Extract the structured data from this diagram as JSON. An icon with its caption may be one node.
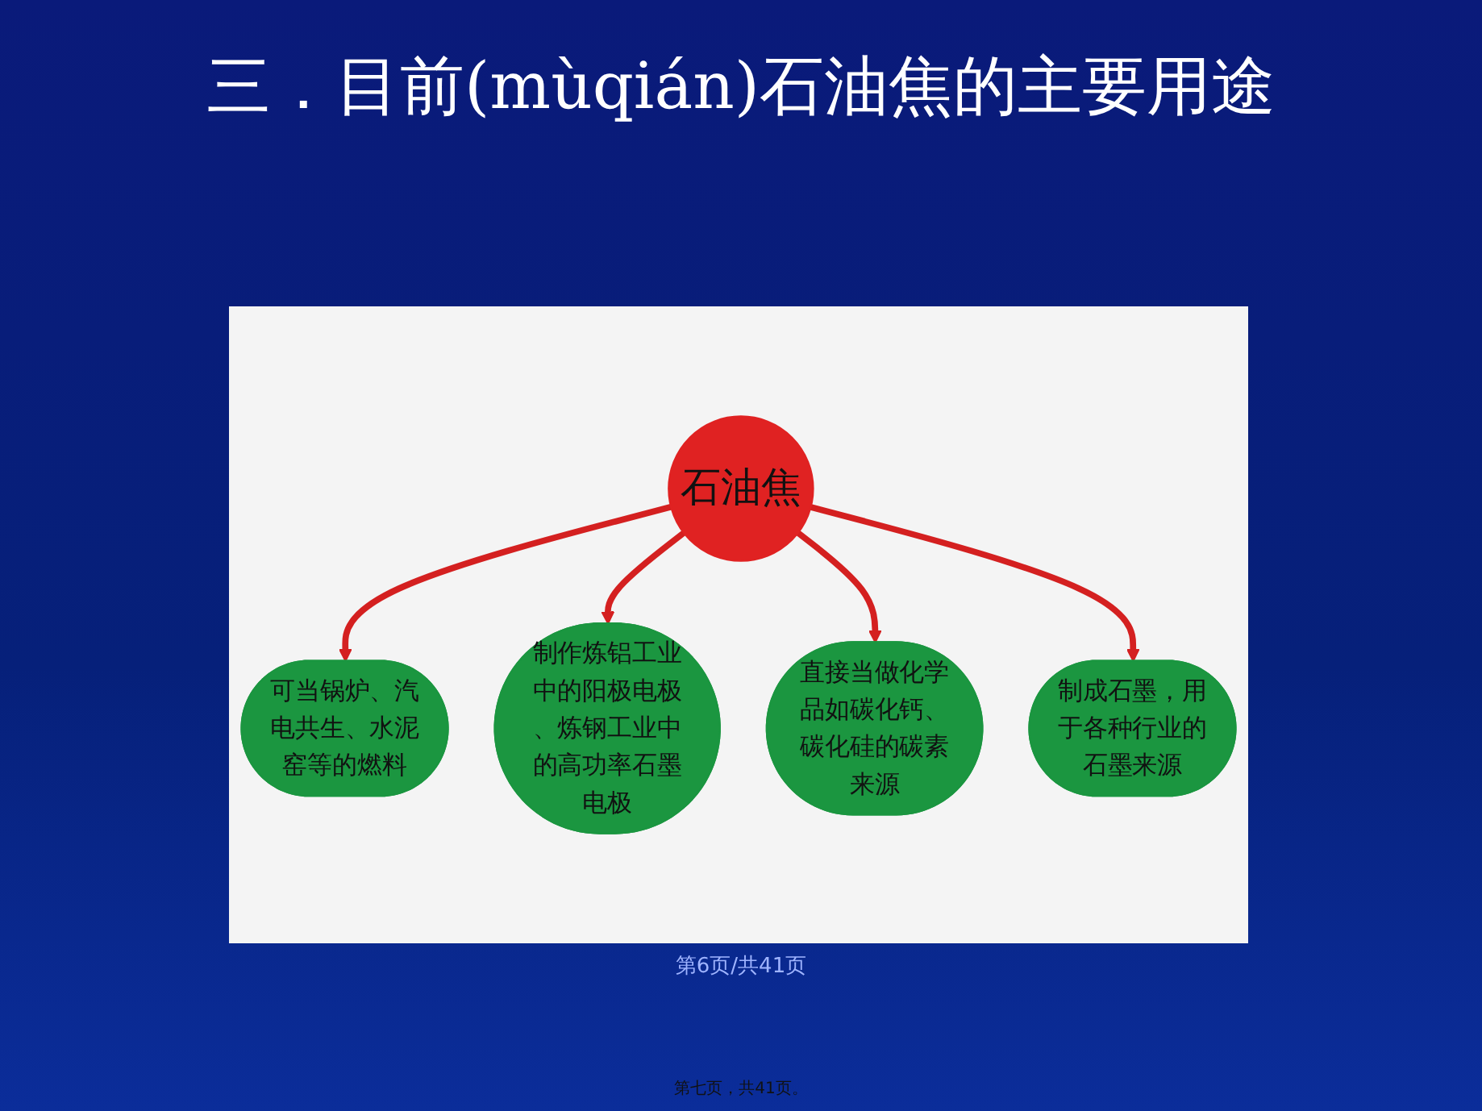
{
  "diagram": {
    "title": "三．目前(mùqián)石油焦的主要用途",
    "nodes": [
      {
        "text": [
          "石油焦"
        ]
      },
      {
        "text": [
          "可当锅炉、汽电共生、水泥窑等的燃料"
        ]
      },
      {
        "text": [
          "制作炼铝工业中的阳极电极、炼钢工业中的高功率石墨电极"
        ]
      },
      {
        "text": [
          "直接当做化学品如碳化钙、碳化硅的碳素来源"
        ]
      },
      {
        "text": [
          "制成石墨，用于各种行业的石墨来源"
        ]
      }
    ],
    "edges": [
      {
        "from": 0,
        "to": 1,
        "arrow": "to"
      },
      {
        "from": 0,
        "to": 2,
        "arrow": "to"
      },
      {
        "from": 0,
        "to": 3,
        "arrow": "to"
      },
      {
        "from": 0,
        "to": 4,
        "arrow": "to"
      }
    ],
    "labels": [
      "第6页/共41页",
      "第七页，共41页。"
    ]
  }
}
